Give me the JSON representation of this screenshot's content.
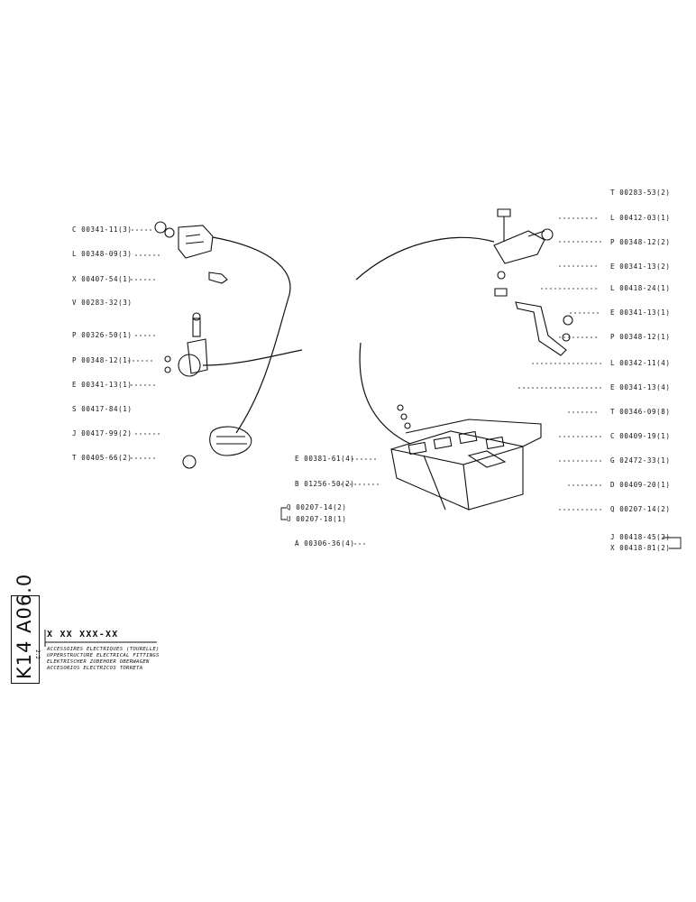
{
  "sheet": {
    "code": "K14 A06.0",
    "part_number": "X XX XXX-XX",
    "revision": "2.2",
    "titles": [
      "ACCESSOIRES ELECTRIQUES (TOURELLE)",
      "UPPERSTRUCTURE ELECTRICAL FITTINGS",
      "ELEKTRISCHER ZUBEHOER OBERWAGEN",
      "ACCESORIOS ELECTRICOS TORRETA"
    ]
  },
  "left_callouts": [
    "C 00341-11(3)",
    "L 00348-09(3)",
    "X 00407-54(1)",
    "V 00283-32(3)",
    "P 00326-50(1)",
    "P 00348-12(1)",
    "E 00341-13(1)",
    "S 00417-84(1)",
    "J 00417-99(2)",
    "T 00405-66(2)"
  ],
  "center_callouts": [
    "E 00381-61(4)",
    "B 01256-50(2)",
    "Q 00207-14(2)",
    "U 00207-18(1)",
    "A 00306-36(4)"
  ],
  "right_callouts": [
    "T 00283-53(2)",
    "L 00412-03(1)",
    "P 00348-12(2)",
    "E 00341-13(2)",
    "L 00418-24(1)",
    "E 00341-13(1)",
    "P 00348-12(1)",
    "L 00342-11(4)",
    "E 00341-13(4)",
    "T 00346-09(8)",
    "C 00409-19(1)",
    "G 02472-33(1)",
    "D 00409-20(1)",
    "Q 00207-14(2)",
    "J 00418-45(2)",
    "X 00418-81(2)"
  ]
}
